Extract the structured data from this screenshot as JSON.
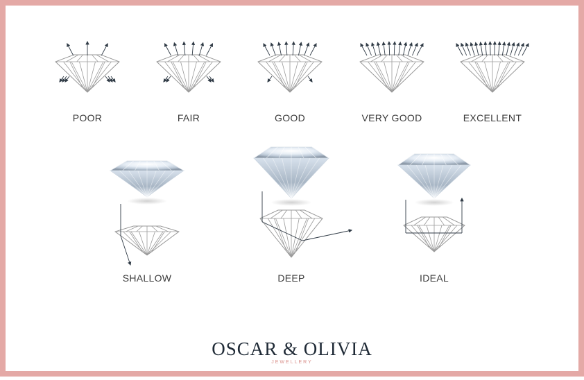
{
  "grades": [
    {
      "label": "POOR",
      "rays": 3
    },
    {
      "label": "FAIR",
      "rays": 6
    },
    {
      "label": "GOOD",
      "rays": 8
    },
    {
      "label": "VERY GOOD",
      "rays": 12
    },
    {
      "label": "EXCELLENT",
      "rays": 16
    }
  ],
  "cuts": [
    {
      "label": "SHALLOW"
    },
    {
      "label": "DEEP"
    },
    {
      "label": "IDEAL"
    }
  ],
  "brand": {
    "name": "OSCAR & OLIVIA",
    "subtitle": "JEWELLERY"
  },
  "colors": {
    "border": "#e4a9a6",
    "outline": "#9a9a9a",
    "arrow": "#2f3a45",
    "brand_text": "#1f2a36",
    "brand_sub": "#d98f8a"
  }
}
